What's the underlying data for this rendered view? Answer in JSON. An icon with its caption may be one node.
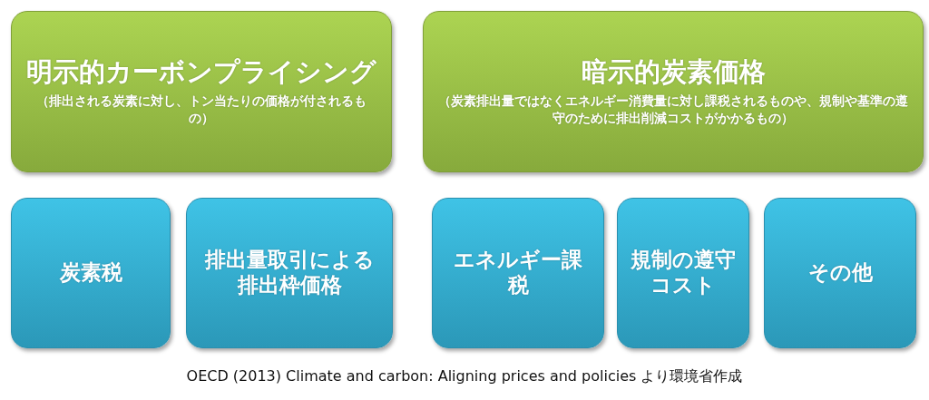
{
  "diagram": {
    "nodes": [
      {
        "text": [
          "明示的カーボンプライシング",
          "（排出される炭素に対し、トン当たりの価格が付されるもの）"
        ]
      },
      {
        "text": [
          "暗示的炭素価格",
          "（炭素排出量ではなくエネルギー消費量に対し課税されるものや、規制や基準の遵守のために排出削減コストがかかるもの）"
        ]
      },
      {
        "text": [
          "炭素税"
        ]
      },
      {
        "text": [
          "排出量取引による排出枠価格"
        ]
      },
      {
        "text": [
          "エネルギー課税"
        ]
      },
      {
        "text": [
          "規制の遵守コスト"
        ]
      },
      {
        "text": [
          "その他"
        ]
      }
    ],
    "edges": [],
    "caption": "OECD (2013) Climate and carbon: Aligning prices and policies より環境省作成"
  }
}
